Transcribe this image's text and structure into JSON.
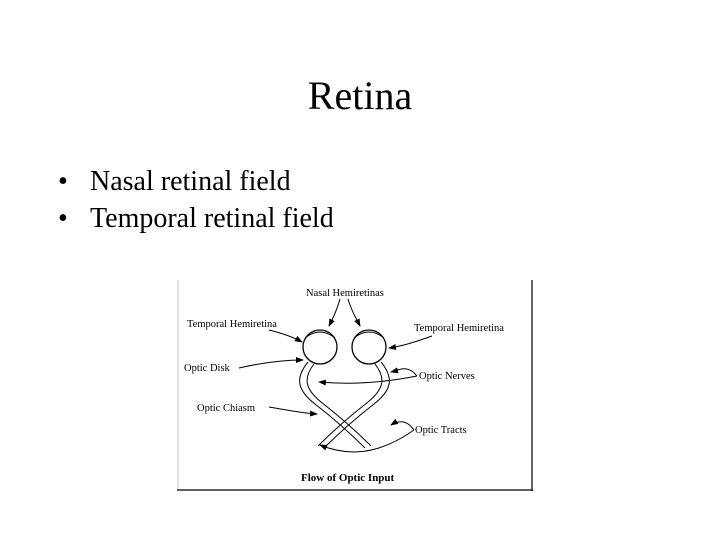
{
  "slide": {
    "title": "Retina",
    "bullets": [
      "Nasal retinal field",
      "Temporal retinal field"
    ]
  },
  "diagram": {
    "labels": {
      "nasal_hemiretinas": "Nasal Hemiretinas",
      "temporal_hemiretina_left": "Temporal Hemiretina",
      "temporal_hemiretina_right": "Temporal Hemiretina",
      "optic_disk": "Optic Disk",
      "optic_nerves": "Optic Nerves",
      "optic_chiasm": "Optic Chiasm",
      "optic_tracts": "Optic Tracts"
    },
    "caption": "Flow of Optic Input"
  }
}
